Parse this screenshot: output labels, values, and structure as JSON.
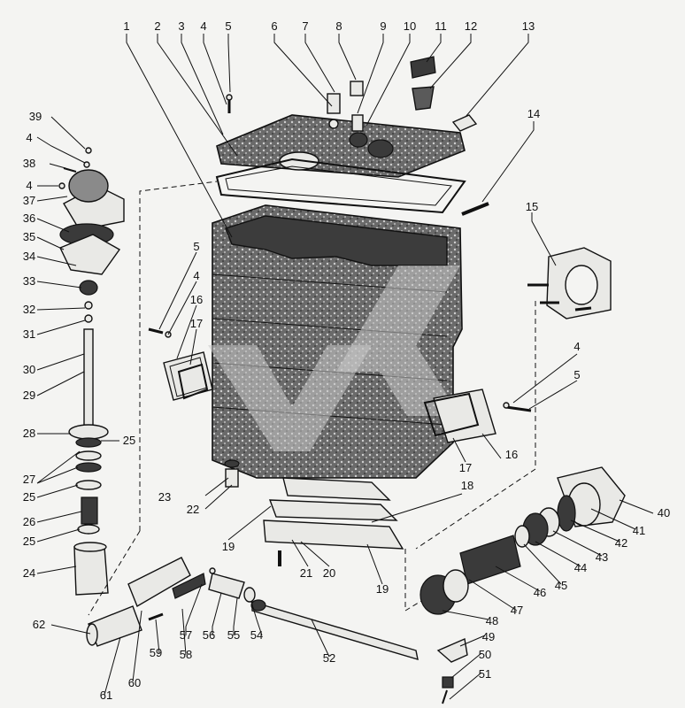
{
  "figure": {
    "callouts": [
      "1",
      "2",
      "3",
      "4",
      "5",
      "6",
      "7",
      "8",
      "9",
      "10",
      "11",
      "12",
      "13",
      "14",
      "15",
      "16",
      "17",
      "18",
      "19",
      "20",
      "21",
      "22",
      "23",
      "24",
      "25",
      "26",
      "27",
      "28",
      "29",
      "30",
      "31",
      "32",
      "33",
      "34",
      "35",
      "36",
      "37",
      "38",
      "39",
      "40",
      "41",
      "42",
      "43",
      "44",
      "45",
      "46",
      "47",
      "48",
      "49",
      "50",
      "51",
      "52",
      "54",
      "55",
      "56",
      "57",
      "58",
      "59",
      "60",
      "61",
      "62"
    ],
    "repeated_callouts": {
      "left_4a": "4",
      "left_4b": "4",
      "mid_5": "5",
      "mid_4": "4",
      "right_4": "4",
      "right_5": "5",
      "right_16": "16",
      "right_17": "17",
      "lower_19": "19",
      "lower_25a": "25",
      "lower_25b": "25"
    }
  },
  "colors": {
    "ink": "#111111",
    "paper": "#f4f4f2",
    "casting": "#5a5a5a",
    "watermark": "#c8c8c8"
  }
}
